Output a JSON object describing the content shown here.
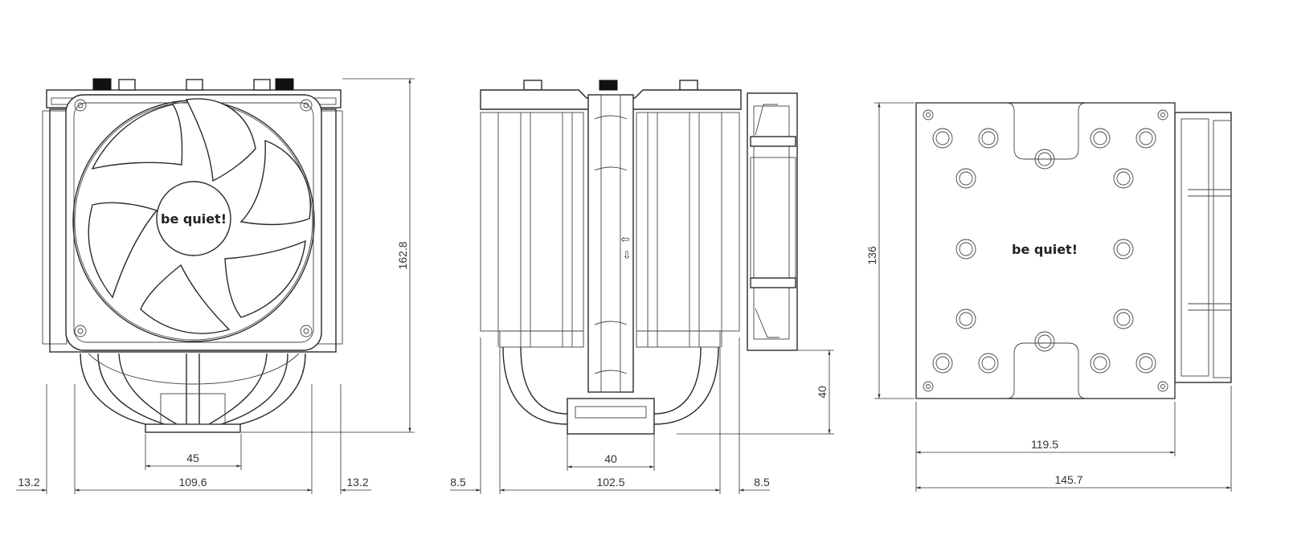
{
  "brand_label": "be quiet!",
  "views": {
    "front": {
      "height": "162.8",
      "width": "109.6",
      "overhang_left": "13.2",
      "overhang_right": "13.2",
      "base_width": "45"
    },
    "side": {
      "width": "102.5",
      "offset_left": "8.5",
      "offset_right": "8.5",
      "base_width": "40",
      "fan_clearance": "40"
    },
    "top": {
      "height": "136",
      "body_width": "119.5",
      "total_width": "145.7"
    }
  },
  "arrows": {
    "up": "⇦",
    "down": "⇩"
  }
}
